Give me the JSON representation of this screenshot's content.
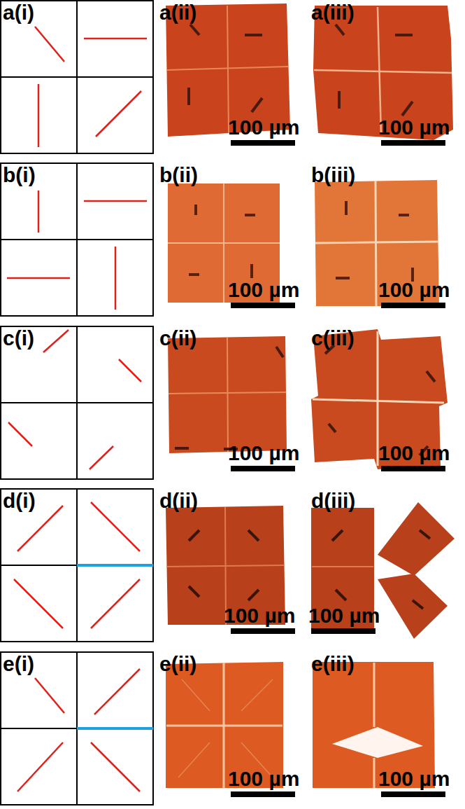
{
  "diagram": {
    "labels": [
      "a(i)",
      "a(ii)",
      "100 µm",
      "a(iii)",
      "100 µm",
      "b(i)",
      "b(ii)",
      "100 µm",
      "b(iii)",
      "100 µm",
      "c(i)",
      "c(ii)",
      "100 µm",
      "c(iii)",
      "100 µm",
      "d(i)",
      "d(ii)",
      "100 µm",
      "d(iii)",
      "100 µm",
      "e(i)",
      "e(ii)",
      "100 µm",
      "e(iii)",
      "100 µm"
    ]
  }
}
